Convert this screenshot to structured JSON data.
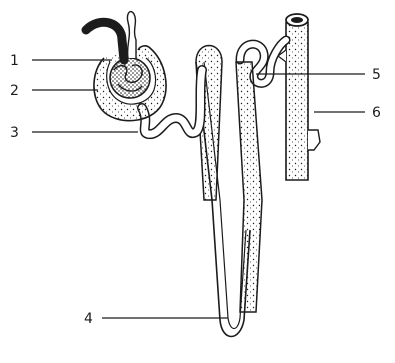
{
  "figure": {
    "stroke_color": "#1c1c1c",
    "fill_color": "#ffffff",
    "labels": [
      "1",
      "2",
      "3",
      "4",
      "5",
      "6"
    ]
  }
}
